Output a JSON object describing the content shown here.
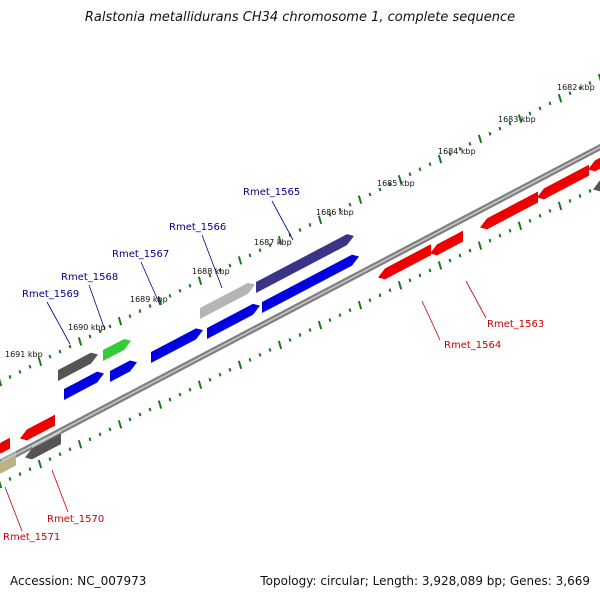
{
  "title": "Ralstonia metallidurans CH34 chromosome 1, complete sequence",
  "footer": {
    "accession": "Accession: NC_007973",
    "summary": "Topology: circular; Length: 3,928,089 bp; Genes: 3,669"
  },
  "ruler": {
    "ticks": [
      "1682 kbp",
      "1683 kbp",
      "1684 kbp",
      "1685 kbp",
      "1686 kbp",
      "1687 kbp",
      "1688 kbp",
      "1689 kbp",
      "1690 kbp",
      "1691 kbp"
    ],
    "tick_color": "#1a7a1a"
  },
  "genes": {
    "forward": [
      "Rmet_1565",
      "Rmet_1566",
      "Rmet_1567",
      "Rmet_1568",
      "Rmet_1569"
    ],
    "reverse": [
      "Rmet_1563",
      "Rmet_1564",
      "Rmet_1570",
      "Rmet_1571"
    ]
  },
  "colors": {
    "forward_label": "#00008b",
    "reverse_label": "#cc0000",
    "backbone": "#808080",
    "cds_blue": "#0000e0",
    "cds_red": "#ee0000",
    "cds_gray": "#555555",
    "cds_green": "#33cc33",
    "cds_navy": "#3a3388",
    "cds_lightgray": "#b5b5b5",
    "cds_olive": "#b8b380"
  }
}
